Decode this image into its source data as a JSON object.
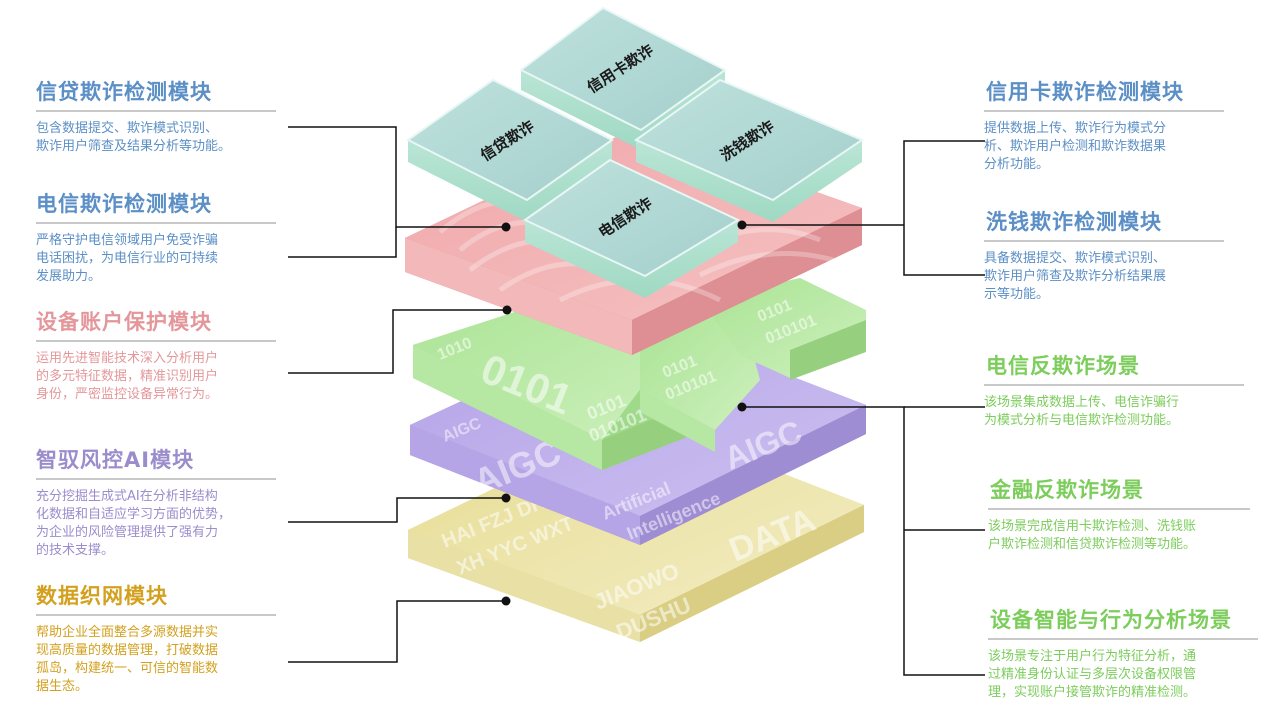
{
  "colors": {
    "blue": "#5b8fc6",
    "red": "#e4979b",
    "green": "#7ccd5c",
    "purple": "#9b8ccc",
    "gold": "#d3a11f",
    "teal_tile": "#aed6d2",
    "pink_layer": "#f2aeb0",
    "green_layer": "#b9e8a5",
    "purple_layer": "#c2b2ea",
    "yellow_layer": "#ece3a2"
  },
  "left_panels": [
    {
      "title": "信贷欺诈检测模块",
      "desc": [
        "包含数据提交、欺诈模式识别、",
        "欺诈用户筛查及结果分析等功能。"
      ],
      "color": "blue"
    },
    {
      "title": "电信欺诈检测模块",
      "desc": [
        "严格守护电信领域用户免受诈骗",
        "电话困扰，为电信行业的可持续",
        "发展助力。"
      ],
      "color": "blue"
    },
    {
      "title": "设备账户保护模块",
      "desc": [
        "运用先进智能技术深入分析用户",
        "的多元特征数据，精准识别用户",
        "身份，严密监控设备异常行为。"
      ],
      "color": "red"
    },
    {
      "title": "智驭风控AI模块",
      "desc": [
        "充分挖掘生成式AI在分析非结构",
        "化数据和自适应学习方面的优势，",
        "为企业的风险管理提供了强有力",
        "的技术支撑。"
      ],
      "color": "purple"
    },
    {
      "title": "数据织网模块",
      "desc": [
        "帮助企业全面整合多源数据并实",
        "现高质量的数据管理，打破数据",
        "孤岛，构建统一、可信的智能数",
        "据生态。"
      ],
      "color": "gold"
    }
  ],
  "right_panels": [
    {
      "title": "信用卡欺诈检测模块",
      "desc": [
        "提供数据上传、欺诈行为模式分",
        "析、欺诈用户检测和欺诈数据果",
        "分析功能。"
      ],
      "color": "blue"
    },
    {
      "title": "洗钱欺诈检测模块",
      "desc": [
        "具备数据提交、欺诈模式识别、",
        "欺诈用户筛查及欺诈分析结果展",
        "示等功能。"
      ],
      "color": "blue"
    },
    {
      "title": "电信反欺诈场景",
      "desc": [
        "该场景集成数据上传、电信诈骗行",
        "为模式分析与电信欺诈检测功能。"
      ],
      "color": "green"
    },
    {
      "title": "金融反欺诈场景",
      "desc": [
        "该场景完成信用卡欺诈检测、洗钱账",
        "户欺诈检测和信贷欺诈检测等功能。"
      ],
      "color": "green"
    },
    {
      "title": "设备智能与行为分析场景",
      "desc": [
        "该场景专注于用户行为特征分析，通",
        "过精准身份认证与多层次设备权限管",
        "理，实现账户接管欺诈的精准检测。"
      ],
      "color": "green"
    }
  ],
  "tiles": {
    "credit_card": "信用卡欺诈",
    "loan": "信贷欺诈",
    "laundering": "洗钱欺诈",
    "telecom": "电信欺诈"
  },
  "layer_watermarks": {
    "green": [
      "0101",
      "1010",
      "0101",
      "010101",
      "0101",
      "010101",
      "0101",
      "010101"
    ],
    "purple": [
      "AIGC",
      "AIGC",
      "AIGC",
      "Artificial",
      "Intelligence"
    ],
    "yellow": [
      "HAI FZJ DHJ WSR",
      "XH YYC WXT",
      "JIAOWO",
      "DUSHU",
      "DATA"
    ]
  },
  "icons": {
    "connector_dot": "filled-circle"
  }
}
